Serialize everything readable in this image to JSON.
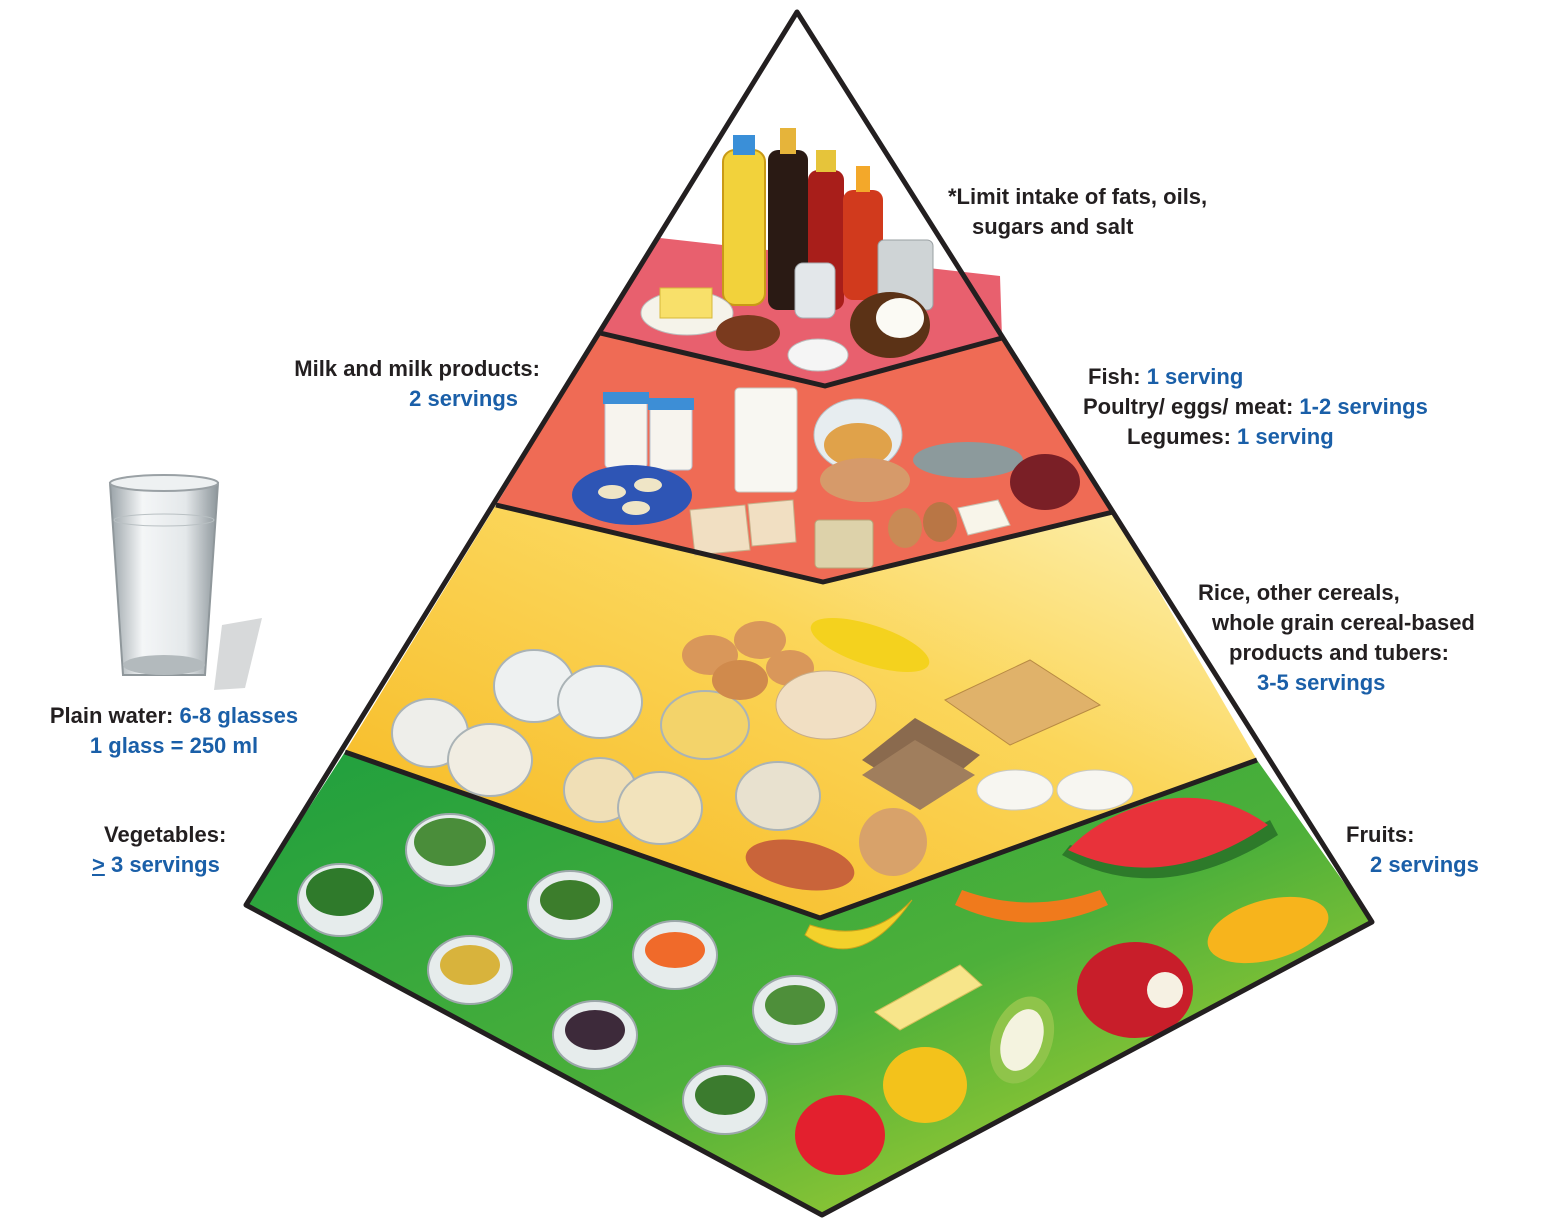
{
  "labels": {
    "fats": {
      "line1": "*Limit intake of fats, oils,",
      "line2": "sugars and salt"
    },
    "milk": {
      "label": "Milk and milk products:",
      "value": "2 servings"
    },
    "protein": {
      "fish_label": "Fish:",
      "fish_value": "1 serving",
      "poultry_label": "Poultry/ eggs/ meat:",
      "poultry_value": "1-2 servings",
      "legumes_label": "Legumes:",
      "legumes_value": "1 serving"
    },
    "cereals": {
      "line1": "Rice, other cereals,",
      "line2": "whole grain cereal-based",
      "line3": "products and tubers:",
      "value": "3-5 servings"
    },
    "water": {
      "label": "Plain water:",
      "value": "6-8 glasses",
      "line2": "1 glass = 250 ml"
    },
    "vegetables": {
      "label": "Vegetables:",
      "symbol": ">",
      "value": "3 servings"
    },
    "fruits": {
      "label": "Fruits:",
      "value": "2 servings"
    }
  },
  "colors": {
    "tier_fats": "#e8606e",
    "tier_protein": "#ef6b55",
    "tier_cereals_light": "#fbe78a",
    "tier_cereals_dark": "#f6b817",
    "tier_vegetables_light": "#c6dc35",
    "tier_vegetables_dark": "#1ea03c",
    "outline": "#231f20",
    "value_text": "#1a5fa8"
  }
}
